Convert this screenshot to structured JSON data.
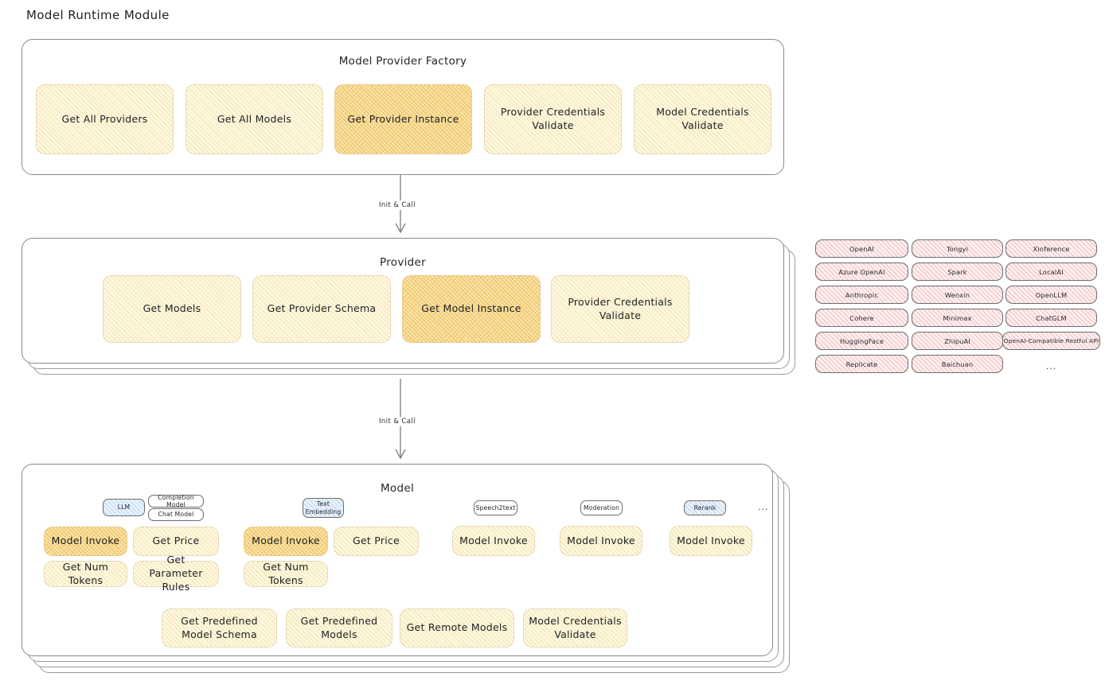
{
  "title": "Model Runtime Module",
  "factory": {
    "title": "Model Provider Factory",
    "items": [
      {
        "label": "Get All Providers",
        "highlight": false
      },
      {
        "label": "Get All Models",
        "highlight": false
      },
      {
        "label": "Get Provider Instance",
        "highlight": true
      },
      {
        "label": "Provider Credentials Validate",
        "highlight": false
      },
      {
        "label": "Model Credentials Validate",
        "highlight": false
      }
    ]
  },
  "connector1": {
    "label": "Init & Call"
  },
  "provider": {
    "title": "Provider",
    "items": [
      {
        "label": "Get Models",
        "highlight": false
      },
      {
        "label": "Get Provider Schema",
        "highlight": false
      },
      {
        "label": "Get Model Instance",
        "highlight": true
      },
      {
        "label": "Provider Credentials Validate",
        "highlight": false
      }
    ]
  },
  "connector2": {
    "label": "Init & Call"
  },
  "provider_list": {
    "columns": [
      [
        "OpenAI",
        "Azure OpenAI",
        "Anthropic",
        "Cohere",
        "HuggingFace",
        "Replicate"
      ],
      [
        "Tongyi",
        "Spark",
        "Wenxin",
        "Minimax",
        "ZhipuAI",
        "Baichuan"
      ],
      [
        "Xinference",
        "LocalAI",
        "OpenLLM",
        "ChatGLM",
        "OpenAI-Compatible Restful API"
      ]
    ],
    "ellipsis": "..."
  },
  "model": {
    "title": "Model",
    "ellipsis": "...",
    "types": [
      {
        "name": "LLM",
        "blue": true,
        "subtags": [
          "Completion Model",
          "Chat Model"
        ],
        "methods": [
          {
            "label": "Model Invoke",
            "highlight": true
          },
          {
            "label": "Get Price",
            "highlight": false
          },
          {
            "label": "Get Num Tokens",
            "highlight": false
          },
          {
            "label": "Get Parameter Rules",
            "highlight": false
          }
        ]
      },
      {
        "name": "Text Embedding",
        "blue": true,
        "subtags": [],
        "methods": [
          {
            "label": "Model Invoke",
            "highlight": true
          },
          {
            "label": "Get Price",
            "highlight": false
          },
          {
            "label": "Get Num Tokens",
            "highlight": false
          }
        ]
      },
      {
        "name": "Speech2text",
        "blue": false,
        "subtags": [],
        "methods": [
          {
            "label": "Model Invoke",
            "highlight": false
          }
        ]
      },
      {
        "name": "Moderation",
        "blue": false,
        "subtags": [],
        "methods": [
          {
            "label": "Model Invoke",
            "highlight": false
          }
        ]
      },
      {
        "name": "Rerank",
        "blue": true,
        "subtags": [],
        "methods": [
          {
            "label": "Model Invoke",
            "highlight": false
          }
        ]
      }
    ],
    "common_methods": [
      "Get Predefined Model Schema",
      "Get Predefined Models",
      "Get Remote Models",
      "Model Credentials Validate"
    ]
  },
  "colors": {
    "accent_gold": "#f2cf70",
    "accent_gold_strong": "#e7b235",
    "provider_pink": "#e27878",
    "tag_blue": "#78aad7",
    "stroke": "#8a8a8a",
    "text": "#1f2023"
  }
}
